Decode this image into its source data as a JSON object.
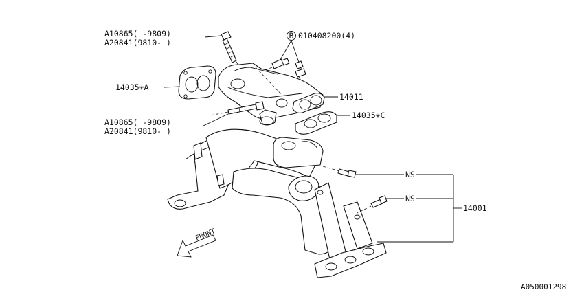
{
  "labels": {
    "bolt_top_1": "A10865(     -9809)",
    "bolt_top_2": "A20841(9810-     )",
    "bolt_b": "010408200(4)",
    "b_circle": "B",
    "gasket_a": "14035✳A",
    "manifold_upper": "14011",
    "bolt_mid_1": "A10865(     -9809)",
    "bolt_mid_2": "A20841(9810-     )",
    "gasket_c": "14035✳C",
    "ns_1": "NS",
    "ns_2": "NS",
    "manifold_main": "14001",
    "front": "FRONT",
    "figure_id": "A050001298"
  }
}
